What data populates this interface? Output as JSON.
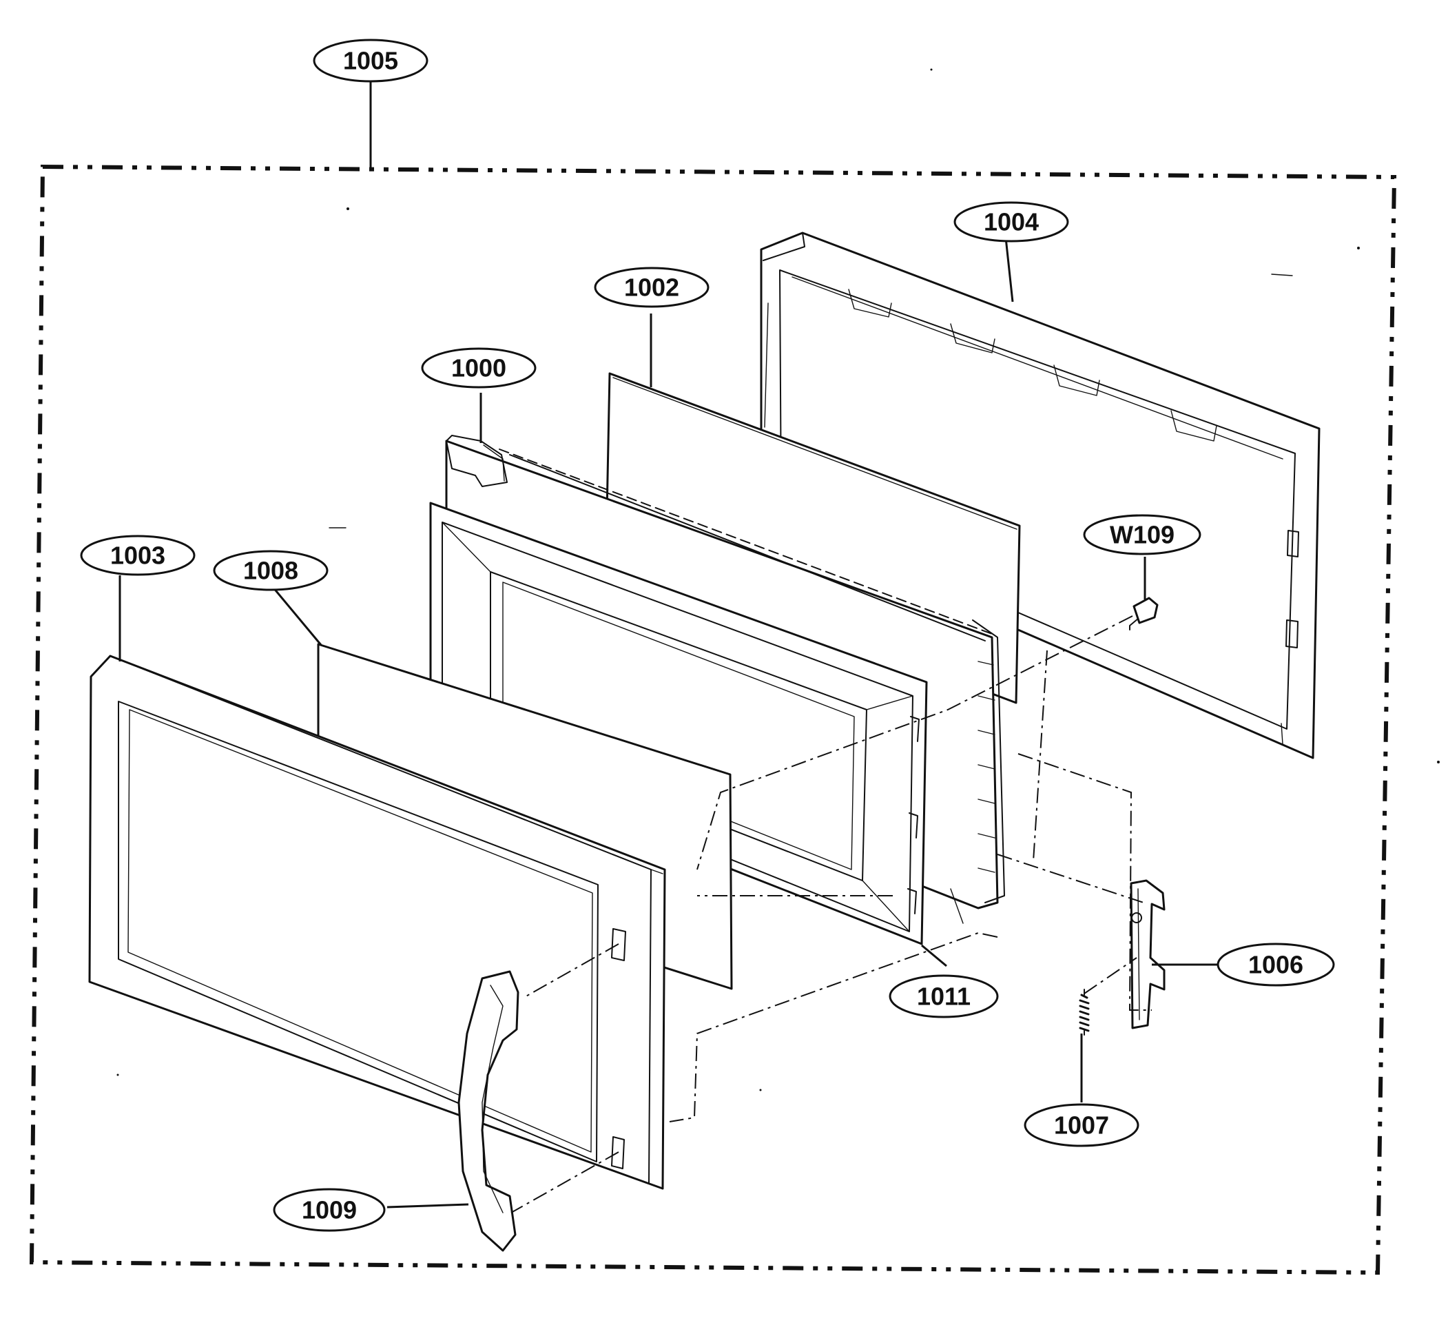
{
  "callouts": [
    {
      "id": "c1005",
      "label": "1005"
    },
    {
      "id": "c1004",
      "label": "1004"
    },
    {
      "id": "c1002",
      "label": "1002"
    },
    {
      "id": "c1000",
      "label": "1000"
    },
    {
      "id": "cW109",
      "label": "W109"
    },
    {
      "id": "c1003",
      "label": "1003"
    },
    {
      "id": "c1008",
      "label": "1008"
    },
    {
      "id": "c1011",
      "label": "1011"
    },
    {
      "id": "c1006",
      "label": "1006"
    },
    {
      "id": "c1007",
      "label": "1007"
    },
    {
      "id": "c1009",
      "label": "1009"
    }
  ]
}
